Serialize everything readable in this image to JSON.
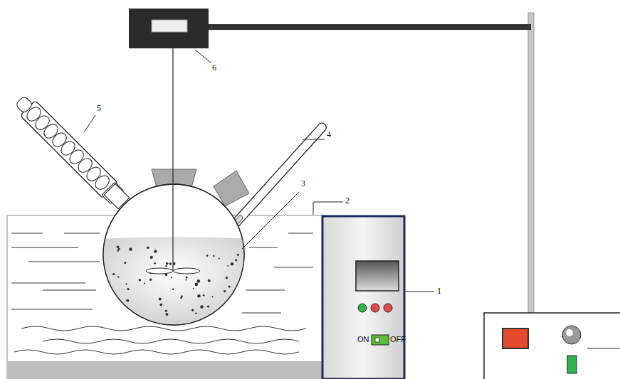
{
  "diagram": {
    "labels": [
      "6",
      "5",
      "4",
      "3",
      "2",
      "1",
      "ON",
      "OFF"
    ]
  }
}
